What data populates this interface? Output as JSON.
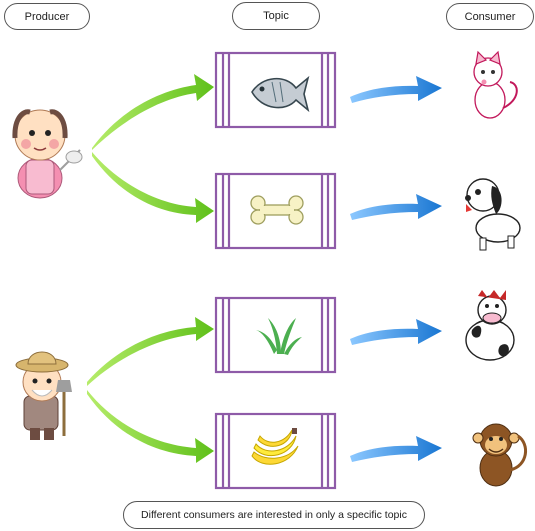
{
  "headers": {
    "producer": "Producer",
    "topic": "Topic",
    "consumer": "Consumer"
  },
  "caption": "Different consumers are interested in only a specific topic",
  "producers": [
    {
      "icon": "old-man-chef-icon"
    },
    {
      "icon": "farmer-icon"
    }
  ],
  "topics": [
    {
      "icon": "fish-icon",
      "consumer_icon": "cat-icon"
    },
    {
      "icon": "bone-icon",
      "consumer_icon": "dog-icon"
    },
    {
      "icon": "grass-icon",
      "consumer_icon": "cow-icon"
    },
    {
      "icon": "banana-icon",
      "consumer_icon": "monkey-icon"
    }
  ],
  "colors": {
    "topic_border": "#8e5ba8",
    "producer_arrow": "#7ed321",
    "consumer_arrow": "#1e88e5"
  }
}
